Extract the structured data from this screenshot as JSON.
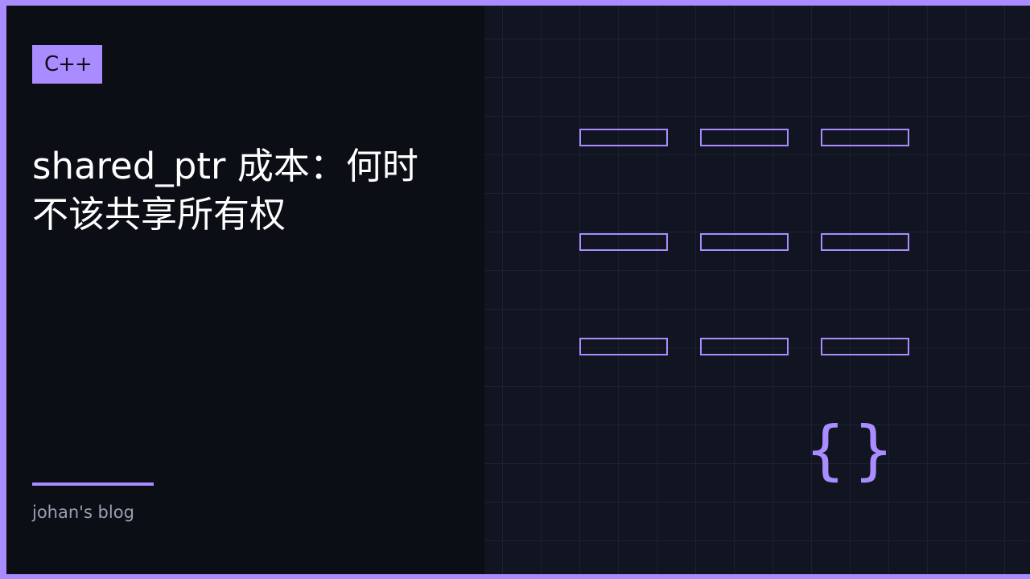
{
  "tag": {
    "label": "C++"
  },
  "title": {
    "line1": "shared_ptr 成本：何时",
    "line2": "不该共享所有权"
  },
  "author": {
    "text": "johan's blog"
  },
  "decor": {
    "left_brace": "{",
    "right_brace": "}"
  },
  "colors": {
    "accent": "#a98cff",
    "background": "#0c0e15",
    "panel": "#111421",
    "grid": "#1d2130",
    "author_text": "#9aa0b0"
  }
}
